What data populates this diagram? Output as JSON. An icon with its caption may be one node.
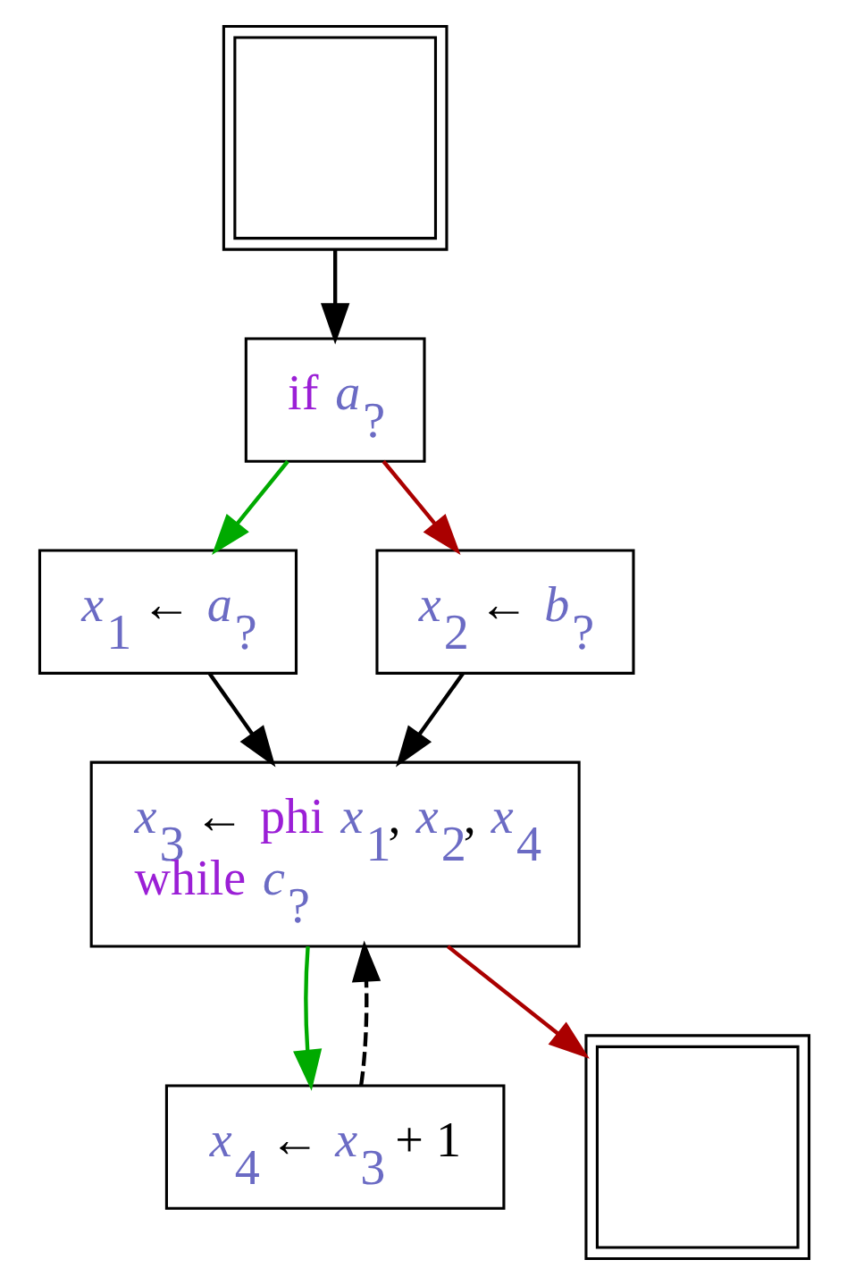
{
  "diagram": {
    "nodes": [
      {
        "text": [],
        "shape": "box"
      },
      {
        "text": [
          "if *a*$_{?}$"
        ]
      },
      {
        "text": [
          "*x*$_{1}$ ← *a*$_{?}$"
        ]
      },
      {
        "text": [
          "*x*$_{2}$ ← *b*$_{?}$"
        ]
      },
      {
        "text": [
          "*x*$_{3}$ ← phi *x*$_{1}$, *x*$_{2}$, *x*$_{4}$",
          "while *c*$_{?}$"
        ]
      },
      {
        "text": [
          "*x*$_{4}$ ← *x*$_{3}$ + 1"
        ]
      },
      {
        "text": [],
        "shape": "box"
      }
    ],
    "edges": [
      {
        "from": 0,
        "to": 1,
        "arrow": "to"
      },
      {
        "from": 1,
        "to": 2,
        "arrow": "to",
        "color": "#00aa00"
      },
      {
        "from": 1,
        "to": 3,
        "arrow": "to",
        "color": "#aa0000"
      },
      {
        "from": 2,
        "to": 4,
        "arrow": "to"
      },
      {
        "from": 3,
        "to": 4,
        "arrow": "to"
      },
      {
        "from": 4,
        "to": 5,
        "arrow": "to",
        "color": "#00aa00"
      },
      {
        "from": 5,
        "to": 4,
        "arrow": "to",
        "style": "dashed"
      },
      {
        "from": 4,
        "to": 6,
        "arrow": "to",
        "color": "#aa0000"
      }
    ]
  }
}
